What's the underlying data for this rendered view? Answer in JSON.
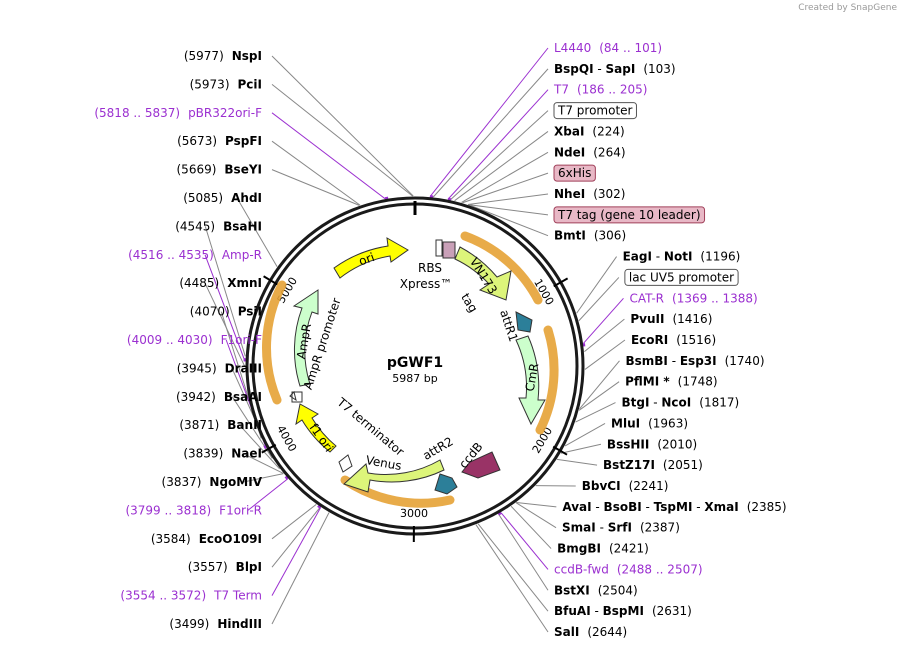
{
  "credit": "Created by SnapGene",
  "plasmid": {
    "name": "pGWF1",
    "size_label": "5987 bp",
    "total_bp": 5987
  },
  "ticks": [
    {
      "bp": 1000,
      "label": "1000"
    },
    {
      "bp": 2000,
      "label": "2000"
    },
    {
      "bp": 3000,
      "label": "3000"
    },
    {
      "bp": 4000,
      "label": "4000"
    },
    {
      "bp": 5000,
      "label": "5000"
    }
  ],
  "site_labels": [
    {
      "id": "nspi",
      "bp": 5977,
      "side": "L",
      "kind": "enzyme",
      "parts": [
        "(5977)",
        "NspI"
      ]
    },
    {
      "id": "pcii",
      "bp": 5973,
      "side": "L",
      "kind": "enzyme",
      "parts": [
        "(5973)",
        "PciI"
      ]
    },
    {
      "id": "pbr322",
      "bp": 5818,
      "side": "L",
      "kind": "primer",
      "parts": [
        "(5818 .. 5837)",
        "pBR322ori-F"
      ]
    },
    {
      "id": "pspfi",
      "bp": 5673,
      "side": "L",
      "kind": "enzyme",
      "parts": [
        "(5673)",
        "PspFI"
      ]
    },
    {
      "id": "bseyi",
      "bp": 5669,
      "side": "L",
      "kind": "enzyme",
      "parts": [
        "(5669)",
        "BseYI"
      ]
    },
    {
      "id": "ahdi",
      "bp": 5085,
      "side": "L",
      "kind": "enzyme",
      "parts": [
        "(5085)",
        "AhdI"
      ]
    },
    {
      "id": "bsahi",
      "bp": 4545,
      "side": "L",
      "kind": "enzyme",
      "parts": [
        "(4545)",
        "BsaHI"
      ]
    },
    {
      "id": "ampr",
      "bp": 4516,
      "side": "L",
      "kind": "primer",
      "parts": [
        "(4516 .. 4535)",
        "Amp-R"
      ]
    },
    {
      "id": "xmni",
      "bp": 4485,
      "side": "L",
      "kind": "enzyme",
      "parts": [
        "(4485)",
        "XmnI"
      ]
    },
    {
      "id": "psii",
      "bp": 4070,
      "side": "L",
      "kind": "enzyme",
      "parts": [
        "(4070)",
        "PsiI"
      ]
    },
    {
      "id": "f1orif",
      "bp": 4009,
      "side": "L",
      "kind": "primer",
      "parts": [
        "(4009 .. 4030)",
        "F1ori-F"
      ]
    },
    {
      "id": "draiii",
      "bp": 3945,
      "side": "L",
      "kind": "enzyme",
      "parts": [
        "(3945)",
        "DraIII"
      ]
    },
    {
      "id": "bsaai",
      "bp": 3942,
      "side": "L",
      "kind": "enzyme",
      "parts": [
        "(3942)",
        "BsaAI"
      ]
    },
    {
      "id": "banii",
      "bp": 3871,
      "side": "L",
      "kind": "enzyme",
      "parts": [
        "(3871)",
        "BanII"
      ]
    },
    {
      "id": "naei",
      "bp": 3839,
      "side": "L",
      "kind": "enzyme",
      "parts": [
        "(3839)",
        "NaeI"
      ]
    },
    {
      "id": "ngomiv",
      "bp": 3837,
      "side": "L",
      "kind": "enzyme",
      "parts": [
        "(3837)",
        "NgoMIV"
      ]
    },
    {
      "id": "f1orir",
      "bp": 3799,
      "side": "L",
      "kind": "primer",
      "parts": [
        "(3799 .. 3818)",
        "F1ori-R"
      ]
    },
    {
      "id": "ecoo109i",
      "bp": 3584,
      "side": "L",
      "kind": "enzyme",
      "parts": [
        "(3584)",
        "EcoO109I"
      ]
    },
    {
      "id": "t7term",
      "bp": 3554,
      "side": "L",
      "kind": "primer",
      "parts": [
        "(3554 .. 3572)",
        "T7 Term"
      ]
    },
    {
      "id": "blpi",
      "bp": 3557,
      "side": "L",
      "kind": "enzyme",
      "parts": [
        "(3557)",
        "BlpI"
      ]
    },
    {
      "id": "hindiii",
      "bp": 3499,
      "side": "L",
      "kind": "enzyme",
      "parts": [
        "(3499)",
        "HindIII"
      ]
    },
    {
      "id": "l4440",
      "bp": 84,
      "side": "R",
      "kind": "primer",
      "parts": [
        "L4440",
        "(84 .. 101)"
      ]
    },
    {
      "id": "bspqi",
      "bp": 103,
      "side": "R",
      "kind": "enzyme",
      "parts": [
        "BspQI",
        " - ",
        "SapI",
        "(103)"
      ]
    },
    {
      "id": "t7",
      "bp": 186,
      "side": "R",
      "kind": "primer",
      "parts": [
        "T7",
        "(186 .. 205)"
      ]
    },
    {
      "id": "t7prom",
      "bp": 200,
      "side": "R",
      "kind": "boxed",
      "parts": [
        "T7 promoter"
      ]
    },
    {
      "id": "xbai",
      "bp": 224,
      "side": "R",
      "kind": "enzyme",
      "parts": [
        "XbaI",
        "(224)"
      ]
    },
    {
      "id": "ndei",
      "bp": 264,
      "side": "R",
      "kind": "enzyme",
      "parts": [
        "NdeI",
        "(264)"
      ]
    },
    {
      "id": "his6",
      "bp": 270,
      "side": "R",
      "kind": "tag",
      "parts": [
        "6xHis"
      ]
    },
    {
      "id": "nhei",
      "bp": 302,
      "side": "R",
      "kind": "enzyme",
      "parts": [
        "NheI",
        "(302)"
      ]
    },
    {
      "id": "bmti",
      "bp": 306,
      "side": "R",
      "kind": "enzyme",
      "parts": [
        "BmtI",
        "(306)"
      ]
    },
    {
      "id": "t7tag",
      "bp": 305,
      "side": "R",
      "kind": "tag",
      "parts": [
        "T7 tag (gene 10 leader)"
      ]
    },
    {
      "id": "eagi",
      "bp": 1196,
      "side": "R",
      "kind": "enzyme",
      "parts": [
        "EagI",
        " - ",
        "NotI",
        "(1196)"
      ]
    },
    {
      "id": "lacuv5",
      "bp": 1240,
      "side": "R",
      "kind": "boxed",
      "parts": [
        "lac UV5 promoter"
      ]
    },
    {
      "id": "catr",
      "bp": 1369,
      "side": "R",
      "kind": "primer",
      "parts": [
        "CAT-R",
        "(1369 .. 1388)"
      ]
    },
    {
      "id": "pvuii",
      "bp": 1416,
      "side": "R",
      "kind": "enzyme",
      "parts": [
        "PvuII",
        "(1416)"
      ]
    },
    {
      "id": "ecori",
      "bp": 1516,
      "side": "R",
      "kind": "enzyme",
      "parts": [
        "EcoRI",
        "(1516)"
      ]
    },
    {
      "id": "bsmbi",
      "bp": 1740,
      "side": "R",
      "kind": "enzyme",
      "parts": [
        "BsmBI",
        " - ",
        "Esp3I",
        "(1740)"
      ]
    },
    {
      "id": "pflmi",
      "bp": 1748,
      "side": "R",
      "kind": "enzyme",
      "parts": [
        "PflMI *",
        "(1748)"
      ]
    },
    {
      "id": "btgi",
      "bp": 1817,
      "side": "R",
      "kind": "enzyme",
      "parts": [
        "BtgI",
        " - ",
        "NcoI",
        "(1817)"
      ]
    },
    {
      "id": "mlui",
      "bp": 1963,
      "side": "R",
      "kind": "enzyme",
      "parts": [
        "MluI",
        "(1963)"
      ]
    },
    {
      "id": "bsshii",
      "bp": 2010,
      "side": "R",
      "kind": "enzyme",
      "parts": [
        "BssHII",
        "(2010)"
      ]
    },
    {
      "id": "bstz17i",
      "bp": 2051,
      "side": "R",
      "kind": "enzyme",
      "parts": [
        "BstZ17I",
        "(2051)"
      ]
    },
    {
      "id": "bbvci",
      "bp": 2241,
      "side": "R",
      "kind": "enzyme",
      "parts": [
        "BbvCI",
        "(2241)"
      ]
    },
    {
      "id": "avai",
      "bp": 2385,
      "side": "R",
      "kind": "enzyme",
      "parts": [
        "AvaI",
        " - ",
        "BsoBI",
        " - ",
        "TspMI",
        " - ",
        "XmaI",
        "(2385)"
      ]
    },
    {
      "id": "smai",
      "bp": 2387,
      "side": "R",
      "kind": "enzyme",
      "parts": [
        "SmaI",
        " - ",
        "SrfI",
        "(2387)"
      ]
    },
    {
      "id": "bmgbi",
      "bp": 2421,
      "side": "R",
      "kind": "enzyme",
      "parts": [
        "BmgBI",
        "(2421)"
      ]
    },
    {
      "id": "ccdbfwd",
      "bp": 2488,
      "side": "R",
      "kind": "primer",
      "parts": [
        "ccdB-fwd",
        "(2488 .. 2507)"
      ]
    },
    {
      "id": "bstxi",
      "bp": 2504,
      "side": "R",
      "kind": "enzyme",
      "parts": [
        "BstXI",
        "(2504)"
      ]
    },
    {
      "id": "bfuai",
      "bp": 2631,
      "side": "R",
      "kind": "enzyme",
      "parts": [
        "BfuAI",
        " - ",
        "BspMI",
        "(2631)"
      ]
    },
    {
      "id": "sali",
      "bp": 2644,
      "side": "R",
      "kind": "enzyme",
      "parts": [
        "SalI",
        "(2644)"
      ]
    }
  ],
  "features": [
    {
      "id": "ori",
      "label": "ori",
      "color": "#ffff00"
    },
    {
      "id": "vn173",
      "label": "VN173",
      "color": "#ddf57a"
    },
    {
      "id": "cmr",
      "label": "CmR",
      "color": "#ccffcc"
    },
    {
      "id": "ccdb",
      "label": "ccdB",
      "color": "#993366"
    },
    {
      "id": "venus",
      "label": "Venus",
      "color": "#ddf57a"
    },
    {
      "id": "f1ori",
      "label": "f1 ori",
      "color": "#ffff00"
    },
    {
      "id": "ampr",
      "label": "AmpR",
      "color": "#ccffcc"
    },
    {
      "id": "ampr-prom",
      "label": "AmpR promoter",
      "color": "#ffffff"
    },
    {
      "id": "t7-term",
      "label": "T7 terminator",
      "color": "#ffffff"
    },
    {
      "id": "attr1",
      "label": "attR1",
      "color": "#2c7f99"
    },
    {
      "id": "attr2",
      "label": "attR2",
      "color": "#2c7f99"
    },
    {
      "id": "rbs",
      "label": "RBS",
      "color": "#ffffff"
    },
    {
      "id": "xpress",
      "label": "Xpress™",
      "color": "#ffffff"
    },
    {
      "id": "tag",
      "label": "tag",
      "color": "#ffffff"
    }
  ],
  "colors": {
    "backbone": "#1a1a1a",
    "primer": "#9b30d0",
    "tag_fill": "#e8b8c6",
    "tag_stroke": "#a0405a",
    "orange_arc": "#e6a235",
    "leader_line": "#888888"
  }
}
